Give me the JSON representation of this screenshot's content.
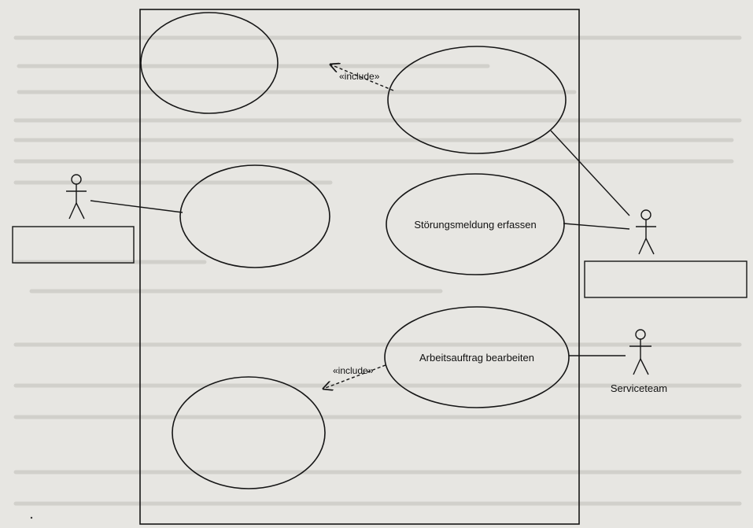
{
  "diagram": {
    "type": "uml-use-case",
    "use_cases": [
      {
        "id": "uc-top-left",
        "label": ""
      },
      {
        "id": "uc-top-right",
        "label": ""
      },
      {
        "id": "uc-mid-left",
        "label": ""
      },
      {
        "id": "uc-stoerung",
        "label": "Störungsmeldung erfassen"
      },
      {
        "id": "uc-arbeitsauftrag",
        "label": "Arbeitsauftrag bearbeiten"
      },
      {
        "id": "uc-bottom-left",
        "label": ""
      }
    ],
    "relations": [
      {
        "from": "uc-top-right",
        "to": "uc-top-left",
        "stereotype": "«include»"
      },
      {
        "from": "uc-arbeitsauftrag",
        "to": "uc-bottom-left",
        "stereotype": "«include»"
      }
    ],
    "actors": [
      {
        "id": "actor-left",
        "name": ""
      },
      {
        "id": "actor-right",
        "name": ""
      },
      {
        "id": "actor-serviceteam",
        "name": "Serviceteam"
      }
    ],
    "colors": {
      "ink": "#161616",
      "paper": "#e7e6e2",
      "faint_text": "#b9b7b2"
    }
  }
}
